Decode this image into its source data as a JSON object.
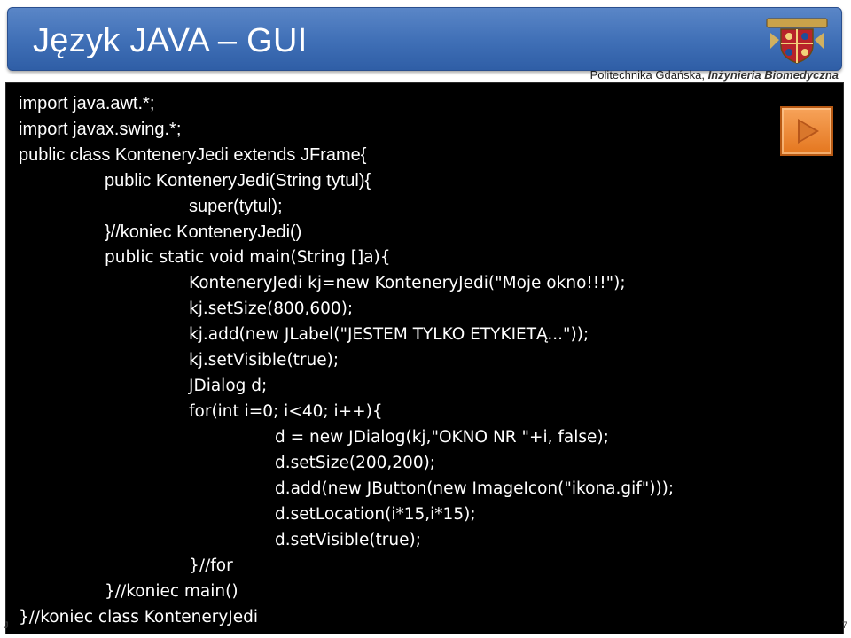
{
  "slide": {
    "title": "Język JAVA – GUI",
    "affiliation_org": "Politechnika Gdańska, ",
    "affiliation_dept": "Inżynieria Biomedyczna"
  },
  "icons": {
    "emblem": "university-crest-icon",
    "play": "play-icon"
  },
  "colors": {
    "title_bar": "#3f6fb6",
    "code_background": "#000000",
    "code_text": "#ffffff",
    "play_button": "#ef8a33"
  },
  "code": {
    "lines": [
      "import java.awt.*;",
      "import javax.swing.*;",
      "public class KonteneryJedi extends JFrame{",
      "public KonteneryJedi(String tytul){",
      "super(tytul);",
      "}//koniec KonteneryJedi()",
      "public static void main(String []a){",
      "KonteneryJedi kj=new KonteneryJedi(\"Moje okno!!!\");",
      "kj.setSize(800,600);",
      "kj.add(new JLabel(\"JESTEM TYLKO ETYKIETĄ...\"));",
      "kj.setVisible(true);",
      "JDialog d;",
      "for(int i=0; i<40; i++){",
      "d = new JDialog(kj,\"OKNO NR \"+i, false);",
      "d.setSize(200,200);",
      "d.add(new JButton(new ImageIcon(\"ikona.gif\")));",
      "d.setLocation(i*15,i*15);",
      "d.setVisible(true);",
      "}//for",
      "}//koniec main()",
      "}//koniec class KonteneryJedi"
    ]
  },
  "footer": {
    "left": "J",
    "right": "7"
  }
}
